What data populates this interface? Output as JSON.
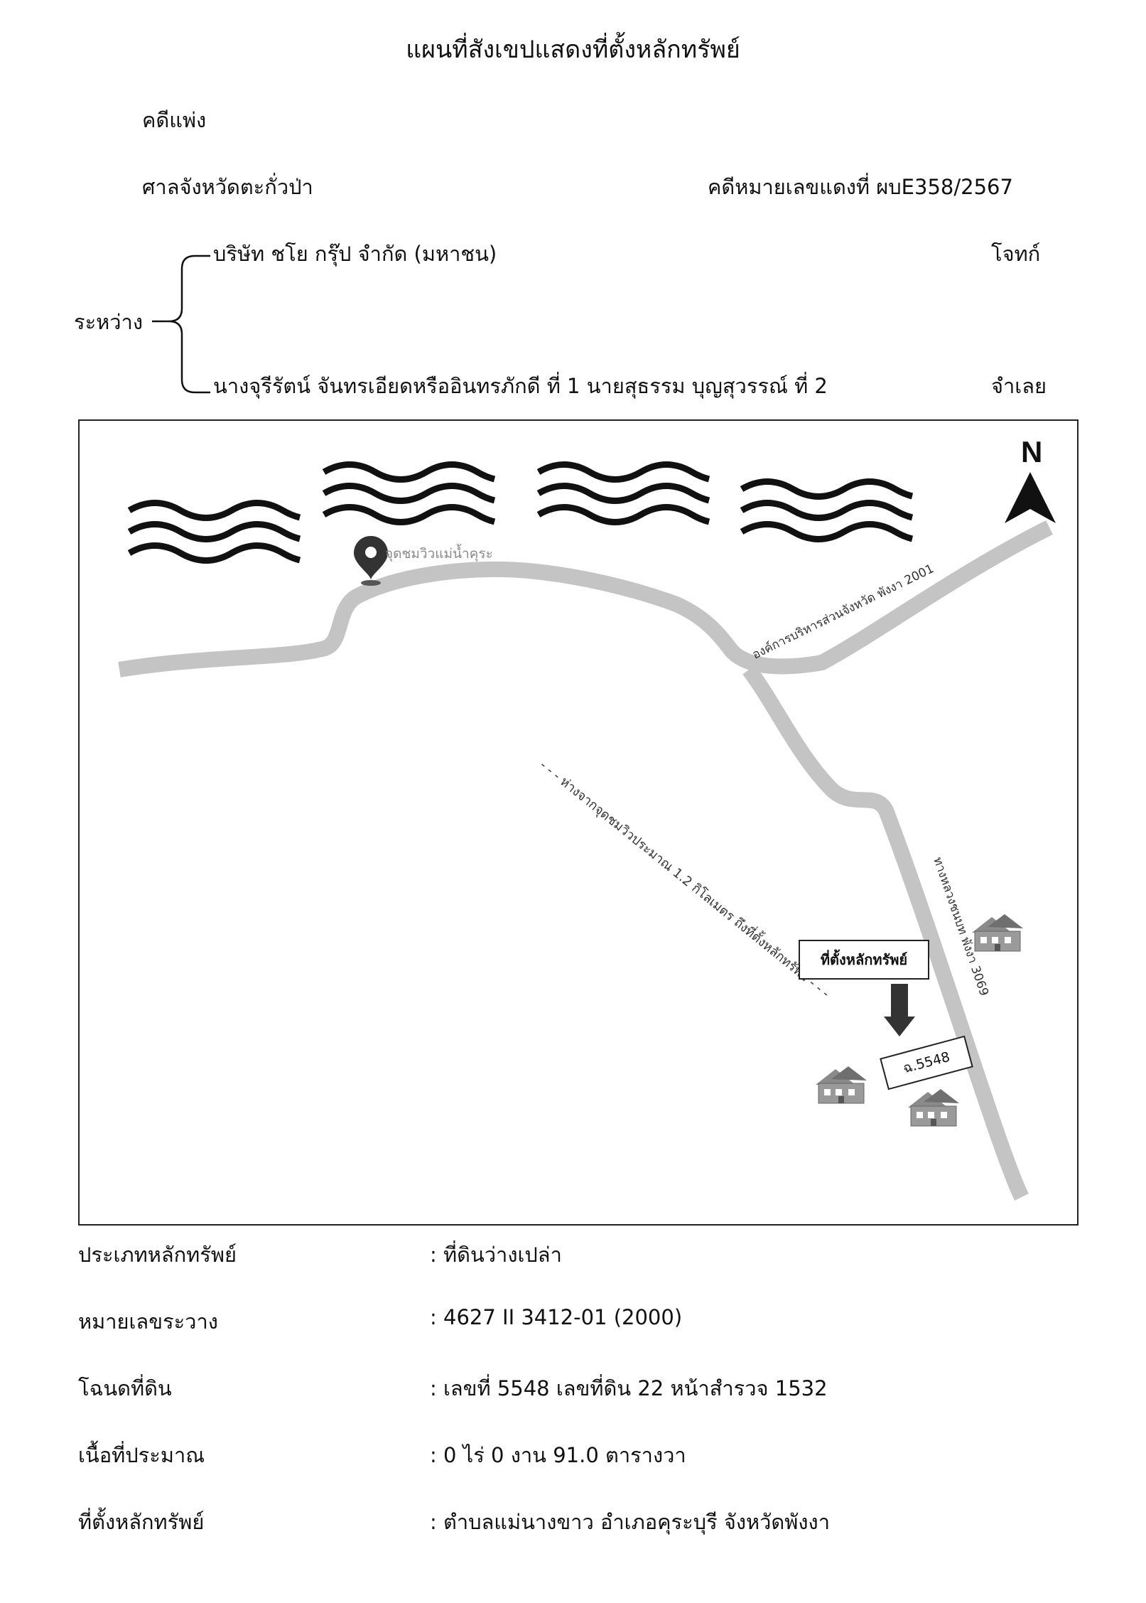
{
  "header": {
    "title": "แผนที่สังเขปแสดงที่ตั้งหลักทรัพย์",
    "case_type": "คดีแพ่ง",
    "court": "ศาลจังหวัดตะกั่วป่า",
    "case_number": "คดีหมายเลขแดงที่ ผบE358/2567"
  },
  "parties": {
    "between_label": "ระหว่าง",
    "plaintiff_name": "บริษัท ชโย กรุ๊ป จำกัด (มหาชน)",
    "plaintiff_role": "โจทก์",
    "defendant_name": "นางจุรีรัตน์ จันทรเอียดหรืออินทรภักดี ที่ 1 นายสุธรรม บุญสุวรรณ์ ที่ 2",
    "defendant_role": "จำเลย"
  },
  "map": {
    "north_label": "N",
    "viewpoint_label": "จุดชมวิวแม่น้ำคุระ",
    "distance_note": "- - - ห่างจากจุดชมวิวประมาณ 1.2 กิโลเมตร ถึงที่ตั้งหลักทรัพย์ - - -",
    "road_1_label": "องค์การบริหารส่วนจังหวัด พังงา 2001",
    "road_2_label": "ทางหลวงชนบท พังงา 3069",
    "asset_location_label": "ที่ตั้งหลักทรัพย์",
    "deed_label": "ฉ.5548",
    "icons": [
      "water-waves-icon",
      "location-pin-icon",
      "north-arrow-icon",
      "down-arrow-icon",
      "house-icon"
    ]
  },
  "details": [
    {
      "label": "ประเภทหลักทรัพย์",
      "value": ": ที่ดินว่างเปล่า"
    },
    {
      "label": "หมายเลขระวาง",
      "value": ": 4627 II 3412-01 (2000)"
    },
    {
      "label": "โฉนดที่ดิน",
      "value": ": เลขที่ 5548  เลขที่ดิน 22  หน้าสำรวจ 1532"
    },
    {
      "label": "เนื้อที่ประมาณ",
      "value": ": 0 ไร่ 0 งาน 91.0 ตารางวา"
    },
    {
      "label": "ที่ตั้งหลักทรัพย์",
      "value": ": ตำบลแม่นางขาว  อำเภอคุระบุรี  จังหวัดพังงา"
    }
  ],
  "colors": {
    "road": "#c4c4c4",
    "road_edge": "#a8a8a8",
    "ink": "#111111",
    "house": "#7a7a7a"
  }
}
